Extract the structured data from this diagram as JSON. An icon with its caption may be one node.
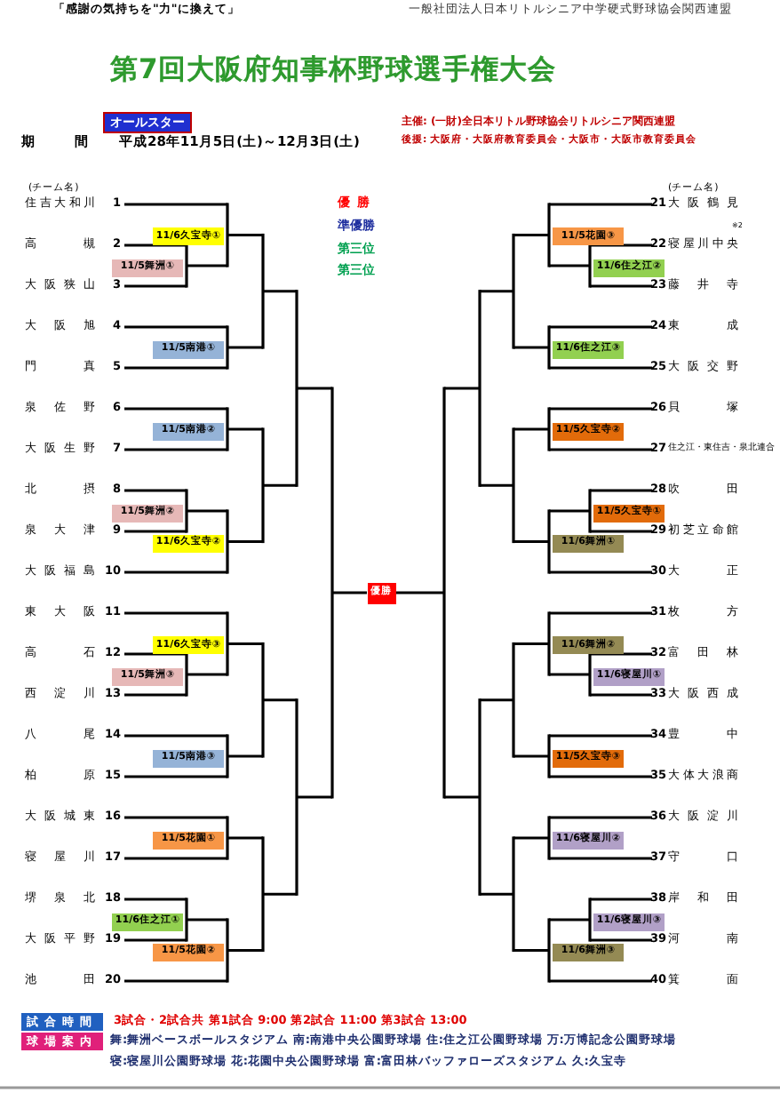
{
  "diagram": {
    "title": "第7回大阪府知事杯野球選手権大会",
    "nodes": [
      {
        "text": [
          "オールスター"
        ]
      },
      {
        "text": [
          "11/6久宝寺①"
        ]
      },
      {
        "text": [
          "11/5舞洲①"
        ]
      },
      {
        "text": [
          "11/5南港①"
        ]
      },
      {
        "text": [
          "11/5南港②"
        ]
      },
      {
        "text": [
          "11/5舞洲②"
        ]
      },
      {
        "text": [
          "11/6久宝寺②"
        ]
      },
      {
        "text": [
          "11/6久宝寺③"
        ]
      },
      {
        "text": [
          "11/5舞洲③"
        ]
      },
      {
        "text": [
          "11/5南港③"
        ]
      },
      {
        "text": [
          "11/5花園①"
        ]
      },
      {
        "text": [
          "11/6住之江①"
        ]
      },
      {
        "text": [
          "11/5花園②"
        ]
      },
      {
        "text": [
          "11/5花園③"
        ]
      },
      {
        "text": [
          "11/6住之江②"
        ]
      },
      {
        "text": [
          "11/6住之江③"
        ]
      },
      {
        "text": [
          "11/5久宝寺②"
        ]
      },
      {
        "text": [
          "11/5久宝寺①"
        ]
      },
      {
        "text": [
          "11/6舞洲①"
        ]
      },
      {
        "text": [
          "11/6舞洲②"
        ]
      },
      {
        "text": [
          "11/6寝屋川①"
        ]
      },
      {
        "text": [
          "11/5久宝寺③"
        ]
      },
      {
        "text": [
          "11/6寝屋川②"
        ]
      },
      {
        "text": [
          "11/6寝屋川③"
        ]
      },
      {
        "text": [
          "11/6舞洲③"
        ]
      },
      {
        "text": [
          "優勝"
        ]
      },
      {
        "text": [
          "試合時間"
        ]
      },
      {
        "text": [
          "球場案内"
        ]
      }
    ],
    "labels": [
      "「感謝の気持ちを\"力\"に換えて」",
      "一般社団法人日本リトルシニア中学硬式野球協会関西連盟",
      "期間",
      "平成28年11月5日(土)～12月3日(土)",
      "主催: (一財)全日本リトル野球協会リトルシニア関西連盟",
      "後援: 大阪府・大阪府教育委員会・大阪市・大阪市教育委員会",
      "(チーム名)",
      "(チーム名)",
      "優勝",
      "準優勝",
      "第三位",
      "第三位",
      "※2",
      "3試合・2試合共 第1試合 9:00 第2試合 11:00 第3試合 13:00",
      "舞:舞洲ベースボールスタジアム 南:南港中央公園野球場 住:住之江公園野球場 万:万博記念公園野球場",
      "寝:寝屋川公園野球場 花:花園中央公園野球場 富:富田林バッファローズスタジアム 久:久宝寺",
      "1",
      "住吉大和川",
      "2",
      "高槻",
      "3",
      "大阪狭山",
      "4",
      "大阪旭",
      "5",
      "門真",
      "6",
      "泉佐野",
      "7",
      "大阪生野",
      "8",
      "北摂",
      "9",
      "泉大津",
      "10",
      "大阪福島",
      "11",
      "東大阪",
      "12",
      "高石",
      "13",
      "西淀川",
      "14",
      "八尾",
      "15",
      "柏原",
      "16",
      "大阪城東",
      "17",
      "寝屋川",
      "18",
      "堺泉北",
      "19",
      "大阪平野",
      "20",
      "池田",
      "21",
      "大阪鶴見",
      "22",
      "寝屋川中央",
      "23",
      "藤井寺",
      "24",
      "東成",
      "25",
      "大阪交野",
      "26",
      "貝塚",
      "27",
      "住之江・東住吉・泉北連合",
      "28",
      "吹田",
      "29",
      "初芝立命館",
      "30",
      "大正",
      "31",
      "枚方",
      "32",
      "富田林",
      "33",
      "大阪西成",
      "34",
      "豊中",
      "35",
      "大体大浪商",
      "36",
      "大阪淀川",
      "37",
      "守口",
      "38",
      "岸和田",
      "39",
      "河南",
      "40",
      "箕面"
    ]
  }
}
